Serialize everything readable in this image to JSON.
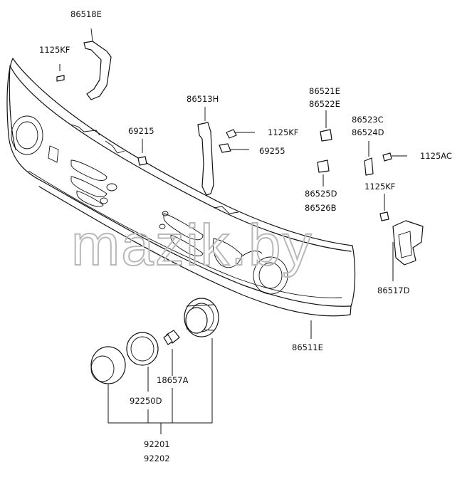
{
  "watermark": "mazik.by",
  "labels": {
    "p86518E": "86518E",
    "p1125KF_a": "1125KF",
    "p86513H": "86513H",
    "p69215": "69215",
    "p1125KF_b": "1125KF",
    "p69255": "69255",
    "p86521E": "86521E",
    "p86522E": "86522E",
    "p86523C": "86523C",
    "p86524D": "86524D",
    "p1125AC": "1125AC",
    "p86525D": "86525D",
    "p86526B": "86526B",
    "p1125KF_c": "1125KF",
    "p86517D": "86517D",
    "p86511E": "86511E",
    "p18657A": "18657A",
    "p92250D": "92250D",
    "p92201": "92201",
    "p92202": "92202"
  }
}
